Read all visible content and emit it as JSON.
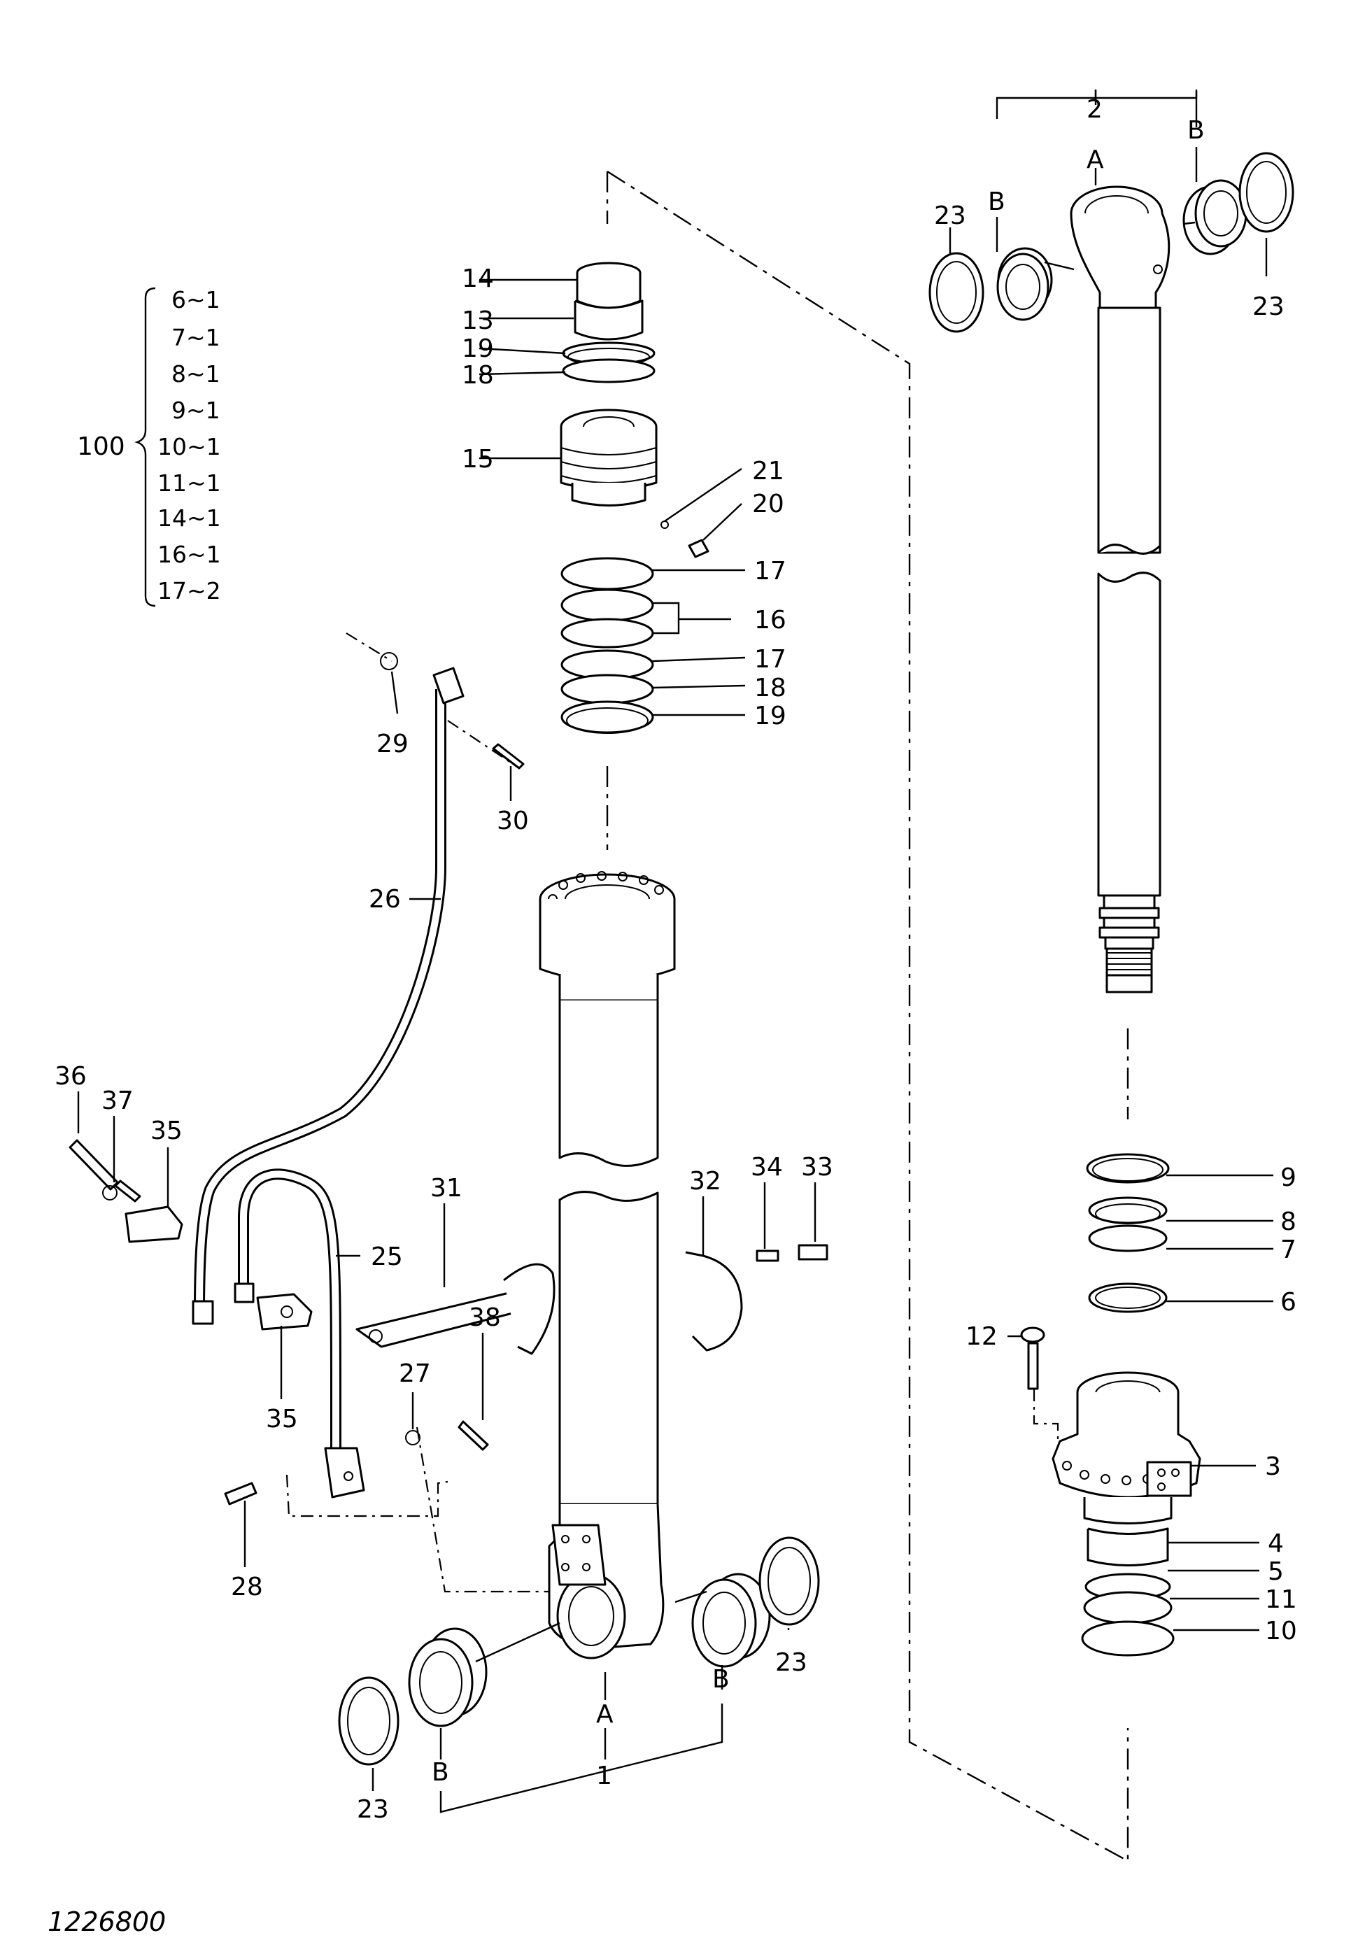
{
  "drawing_number": "1226800",
  "kit": {
    "label": "100",
    "items": [
      "6~1",
      "7~1",
      "8~1",
      "9~1",
      "10~1",
      "11~1",
      "14~1",
      "16~1",
      "17~2"
    ]
  },
  "callouts": {
    "c1": "1",
    "c2": "2",
    "c3": "3",
    "c4": "4",
    "c5": "5",
    "c6": "6",
    "c7": "7",
    "c8": "8",
    "c9": "9",
    "c10": "10",
    "c11": "11",
    "c12": "12",
    "c13": "13",
    "c14": "14",
    "c15": "15",
    "c16": "16",
    "c17a": "17",
    "c17b": "17",
    "c18a": "18",
    "c18b": "18",
    "c19a": "19",
    "c19b": "19",
    "c20": "20",
    "c21": "21",
    "c23a": "23",
    "c23b": "23",
    "c23c": "23",
    "c23d": "23",
    "c25": "25",
    "c26": "26",
    "c27": "27",
    "c28": "28",
    "c29": "29",
    "c30": "30",
    "c31": "31",
    "c32": "32",
    "c33": "33",
    "c34": "34",
    "c35a": "35",
    "c35b": "35",
    "c36": "36",
    "c37": "37",
    "c38": "38",
    "rodA": "A",
    "rodB1": "B",
    "rodB2": "B",
    "tubeA": "A",
    "tubeB1": "B",
    "tubeB2": "B"
  }
}
